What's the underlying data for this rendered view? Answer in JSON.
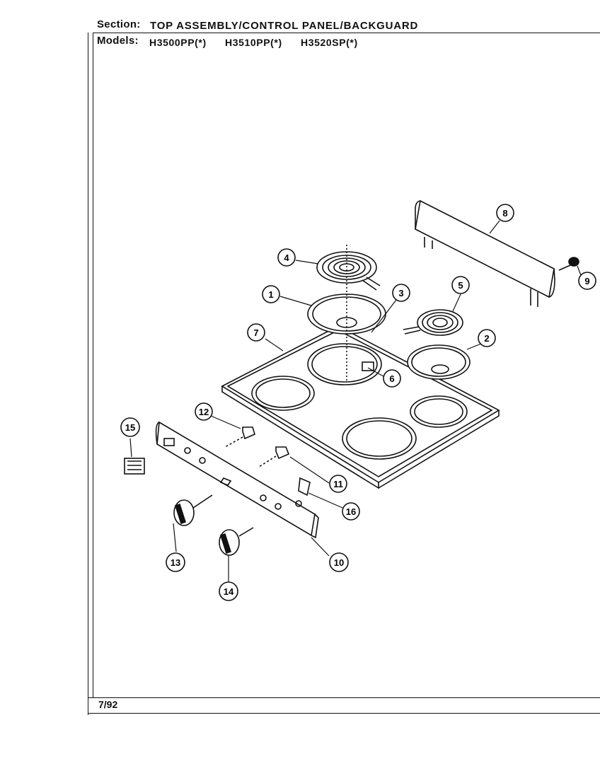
{
  "header": {
    "section_label": "Section:",
    "section_value": "TOP ASSEMBLY/CONTROL PANEL/BACKGUARD",
    "models_label": "Models:",
    "models": [
      "H3500PP(*)",
      "H3510PP(*)",
      "H3520SP(*)"
    ]
  },
  "callouts": [
    "1",
    "2",
    "3",
    "4",
    "5",
    "6",
    "7",
    "8",
    "9",
    "10",
    "11",
    "12",
    "13",
    "14",
    "15",
    "16"
  ],
  "footer": {
    "date": "7/92"
  }
}
